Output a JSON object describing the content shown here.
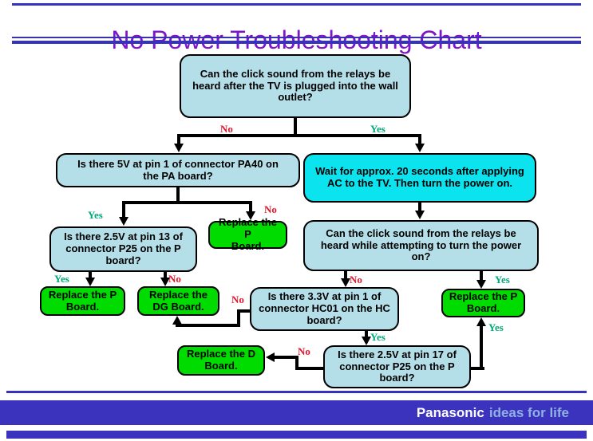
{
  "title": "No Power Troubleshooting Chart",
  "nodes": {
    "q_click_wall": "Can the click sound from the relays be\nheard after the TV is plugged into the wall\noutlet?",
    "q_5v_pa40": "Is there 5V at pin 1 of connector PA40 on\nthe PA board?",
    "wait_20s": "Wait for approx. 20 seconds after applying\nAC to the TV. Then turn the power on.",
    "q_25v_p25_pin13": "Is there 2.5V at pin 13 of\nconnector P25 on the P\nboard?",
    "replace_p_1": "Replace the P\nBoard.",
    "q_click_power_on": "Can the click sound from the relays be\nheard while attempting to turn the power\non?",
    "replace_p_2": "Replace the P\nBoard.",
    "replace_dg": "Replace the\nDG Board.",
    "q_33v_hc01": "Is there 3.3V at pin 1 of\nconnector HC01 on the HC\nboard?",
    "replace_p_3": "Replace the P\nBoard.",
    "replace_d": "Replace the D\nBoard.",
    "q_25v_p25_pin17": "Is there 2.5V at pin 17 of\nconnector P25 on the P\nboard?"
  },
  "edge_labels": {
    "root_no": "No",
    "root_yes": "Yes",
    "pa40_yes": "Yes",
    "pa40_no": "No",
    "p25_13_yes": "Yes",
    "p25_13_no": "No",
    "click2_no": "No",
    "click2_yes": "Yes",
    "hc01_no": "No",
    "hc01_yes": "Yes",
    "p25_17_no": "No",
    "p25_17_yes": "Yes"
  },
  "footer": {
    "brand": "Panasonic",
    "tagline": "ideas for life"
  },
  "colors": {
    "question_fill": "#b5dfe8",
    "highlight_fill": "#0be3ef",
    "action_fill": "#00dc00",
    "yes": "#00a878",
    "no": "#e0182c",
    "title": "#7c15cb",
    "bar": "#3b33be",
    "tagline": "#8fb1e3",
    "rule": "#3433bf",
    "rule_dark": "#3a2fae"
  }
}
